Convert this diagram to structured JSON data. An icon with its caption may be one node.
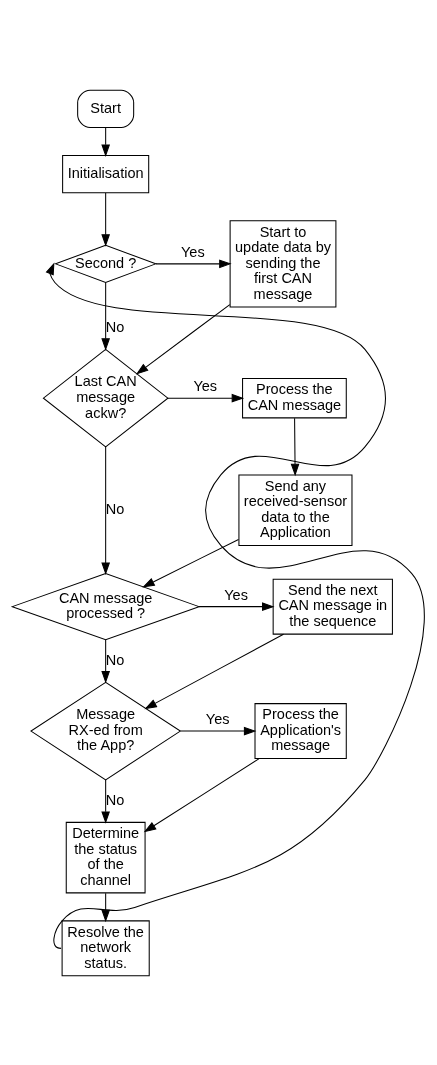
{
  "diagram": {
    "nodes": [
      {
        "text": [
          "Start"
        ]
      },
      {
        "text": [
          "Initialisation"
        ]
      },
      {
        "text": [
          "Second ?"
        ]
      },
      {
        "text": [
          "Start to update data by sending the first CAN message"
        ]
      },
      {
        "text": [
          "Last CAN message ackw?"
        ]
      },
      {
        "text": [
          "Process the CAN message"
        ]
      },
      {
        "text": [
          "Send any received-sensor data to the Application"
        ]
      },
      {
        "text": [
          "CAN message processed ?"
        ]
      },
      {
        "text": [
          "Send the next CAN message in the sequence"
        ]
      },
      {
        "text": [
          "Message RX-ed from the App?"
        ]
      },
      {
        "text": [
          "Process the Application's message"
        ]
      },
      {
        "text": [
          "Determine the status of the channel"
        ]
      },
      {
        "text": [
          "Resolve the network status."
        ]
      }
    ],
    "edges": [
      {
        "from": 0,
        "to": 1,
        "arrow": "to"
      },
      {
        "from": 1,
        "to": 2,
        "arrow": "to"
      },
      {
        "from": 2,
        "to": 3,
        "arrow": "to",
        "label": "Yes"
      },
      {
        "from": 2,
        "to": 4,
        "arrow": "to",
        "label": "No"
      },
      {
        "from": 3,
        "to": 4,
        "arrow": "to"
      },
      {
        "from": 4,
        "to": 5,
        "arrow": "to",
        "label": "Yes"
      },
      {
        "from": 5,
        "to": 6,
        "arrow": "to"
      },
      {
        "from": 4,
        "to": 7,
        "arrow": "to",
        "label": "No"
      },
      {
        "from": 6,
        "to": 7,
        "arrow": "to"
      },
      {
        "from": 7,
        "to": 8,
        "arrow": "to",
        "label": "Yes"
      },
      {
        "from": 7,
        "to": 9,
        "arrow": "to",
        "label": "No"
      },
      {
        "from": 8,
        "to": 9,
        "arrow": "to"
      },
      {
        "from": 9,
        "to": 10,
        "arrow": "to",
        "label": "Yes"
      },
      {
        "from": 9,
        "to": 11,
        "arrow": "to",
        "label": "No"
      },
      {
        "from": 10,
        "to": 11,
        "arrow": "to"
      },
      {
        "from": 11,
        "to": 12,
        "arrow": "to"
      },
      {
        "from": 12,
        "to": 2,
        "arrow": "to"
      }
    ]
  }
}
